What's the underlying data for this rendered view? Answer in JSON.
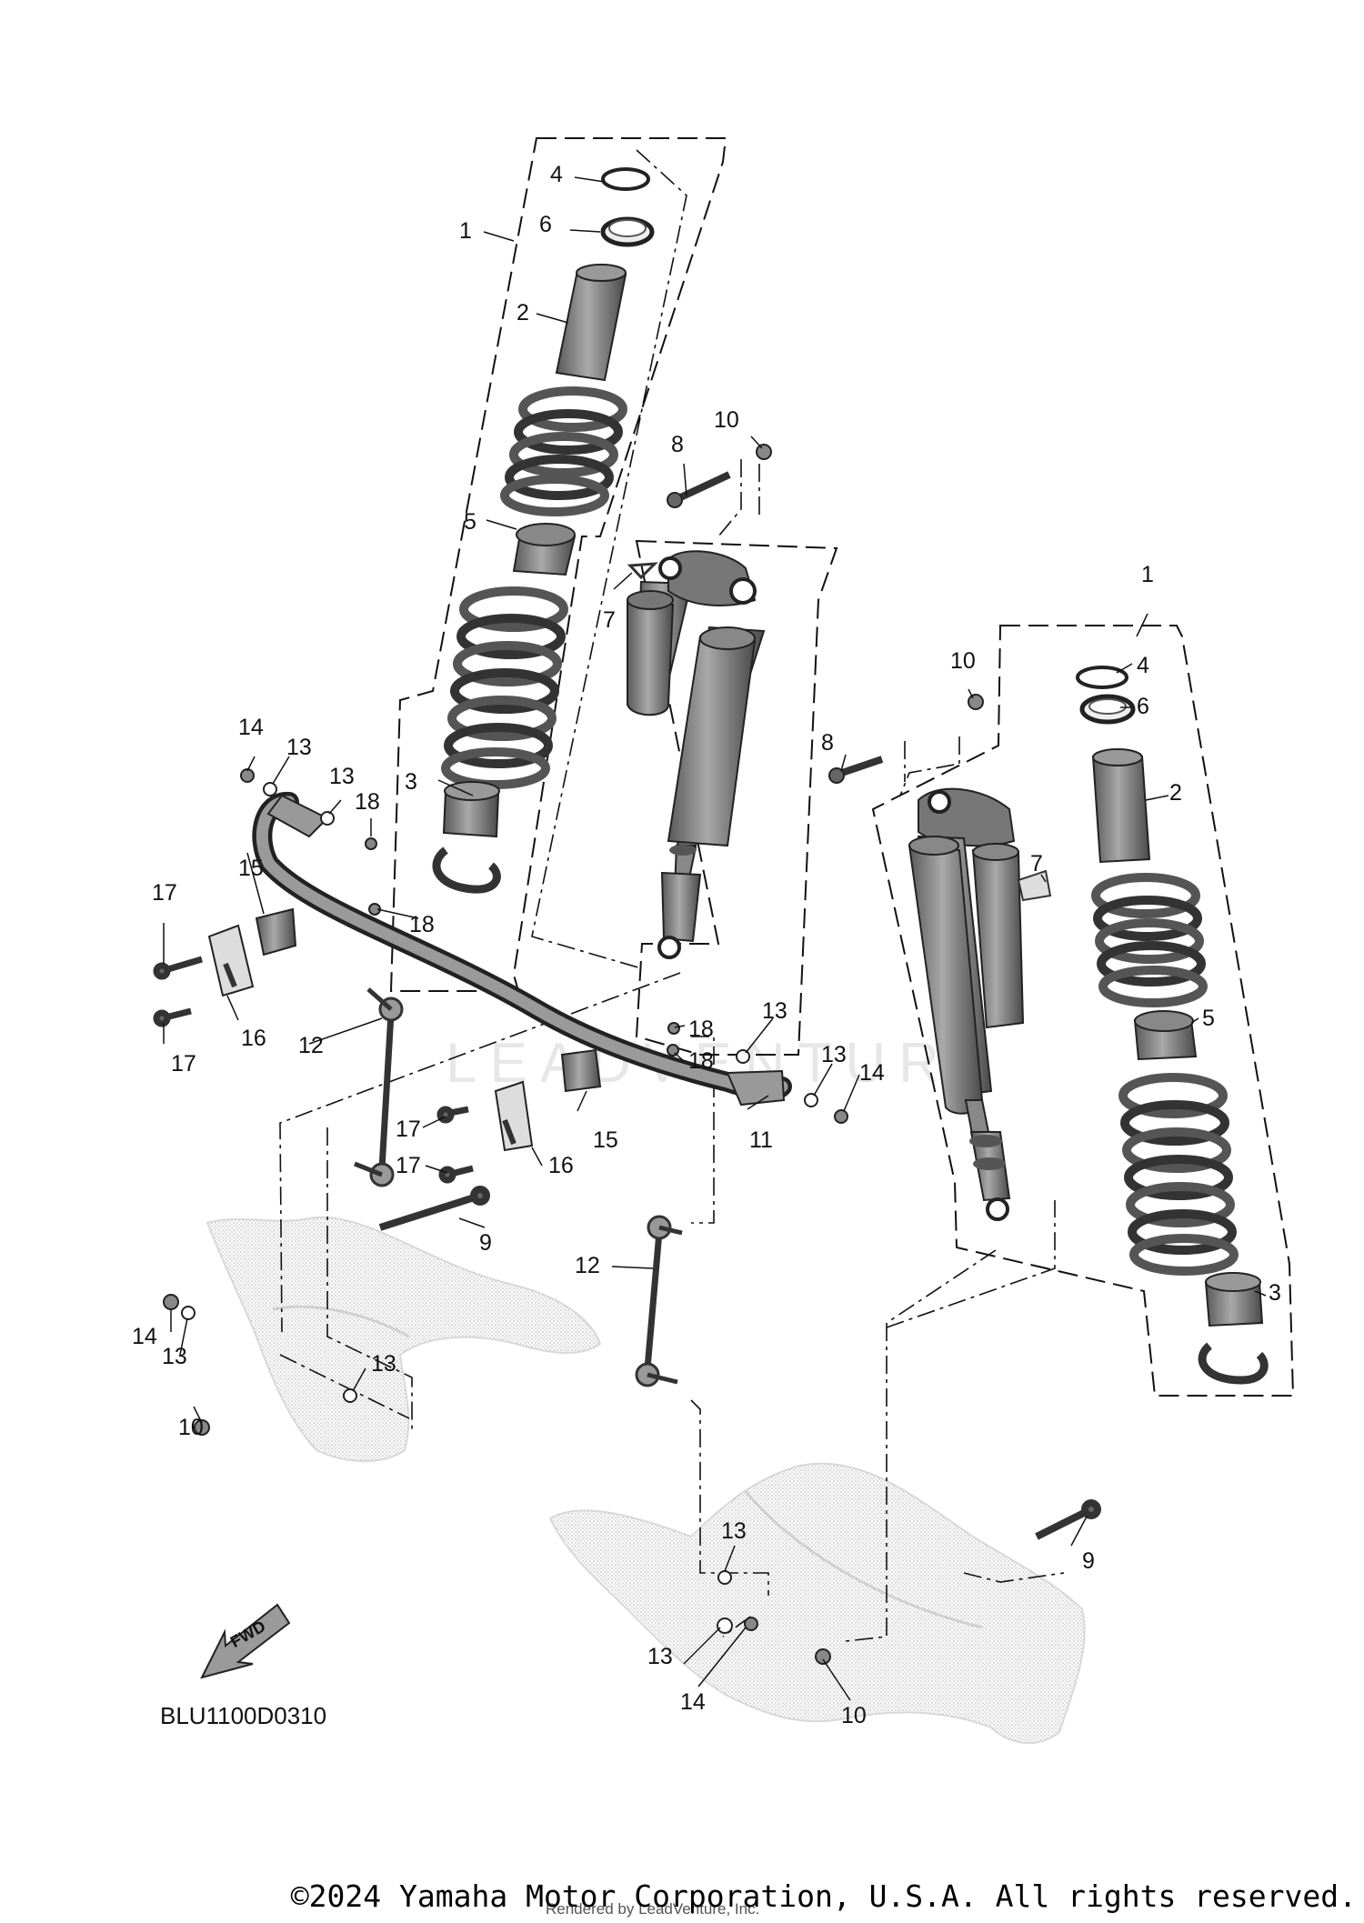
{
  "diagram": {
    "code": "BLU1100D0310",
    "fwd_label": "FWD",
    "watermark": "LEADVENTURE",
    "callouts": {
      "c1a": "1",
      "c1b": "1",
      "c2a": "2",
      "c2b": "2",
      "c3a": "3",
      "c3b": "3",
      "c4a": "4",
      "c4b": "4",
      "c5a": "5",
      "c5b": "5",
      "c6a": "6",
      "c6b": "6",
      "c7a": "7",
      "c7b": "7",
      "c8a": "8",
      "c8b": "8",
      "c9a": "9",
      "c9b": "9",
      "c10a": "10",
      "c10b": "10",
      "c10c": "10",
      "c10d": "10",
      "c11": "11",
      "c12a": "12",
      "c12b": "12",
      "c13a": "13",
      "c13b": "13",
      "c13c": "13",
      "c13d": "13",
      "c13e": "13",
      "c13f": "13",
      "c13g": "13",
      "c13h": "13",
      "c14a": "14",
      "c14b": "14",
      "c14c": "14",
      "c14d": "14",
      "c15a": "15",
      "c15b": "15",
      "c16a": "16",
      "c16b": "16",
      "c17a": "17",
      "c17b": "17",
      "c17c": "17",
      "c17d": "17",
      "c18a": "18",
      "c18b": "18",
      "c18c": "18",
      "c18d": "18"
    }
  },
  "footer": {
    "copyright": "©2024 Yamaha Motor Corporation, U.S.A. All rights reserved.",
    "rendered_by": "Rendered by LeadVenture, Inc."
  }
}
